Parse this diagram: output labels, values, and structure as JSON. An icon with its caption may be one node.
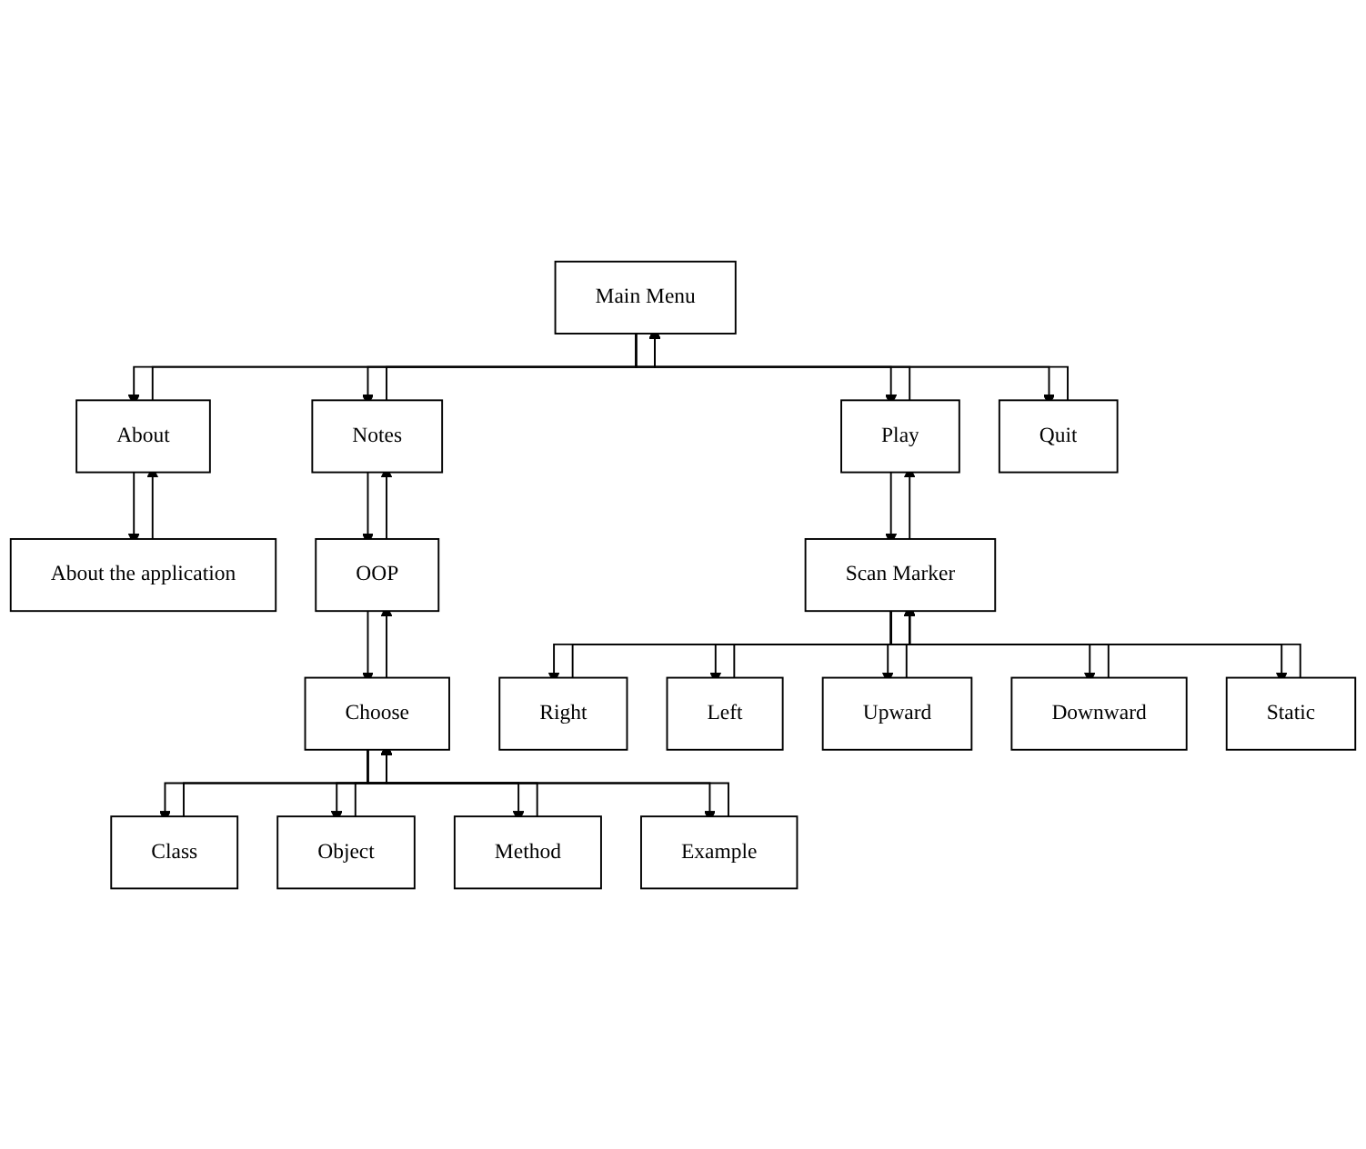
{
  "diagram": {
    "nodes": [
      {
        "text": [
          "Main Menu"
        ]
      },
      {
        "text": [
          "About"
        ]
      },
      {
        "text": [
          "Notes"
        ]
      },
      {
        "text": [
          "Play"
        ]
      },
      {
        "text": [
          "Quit"
        ]
      },
      {
        "text": [
          "About the application"
        ]
      },
      {
        "text": [
          "OOP"
        ]
      },
      {
        "text": [
          "Scan Marker"
        ]
      },
      {
        "text": [
          "Choose"
        ]
      },
      {
        "text": [
          "Class"
        ]
      },
      {
        "text": [
          "Object"
        ]
      },
      {
        "text": [
          "Method"
        ]
      },
      {
        "text": [
          "Example"
        ]
      },
      {
        "text": [
          "Right"
        ]
      },
      {
        "text": [
          "Left"
        ]
      },
      {
        "text": [
          "Upward"
        ]
      },
      {
        "text": [
          "Downward"
        ]
      },
      {
        "text": [
          "Static"
        ]
      }
    ],
    "edges": [
      {
        "from": 0,
        "to": 1,
        "arrow": "to"
      },
      {
        "from": 1,
        "to": 0,
        "arrow": "to"
      },
      {
        "from": 0,
        "to": 2,
        "arrow": "to"
      },
      {
        "from": 2,
        "to": 0,
        "arrow": "to"
      },
      {
        "from": 0,
        "to": 3,
        "arrow": "to"
      },
      {
        "from": 3,
        "to": 0,
        "arrow": "to"
      },
      {
        "from": 0,
        "to": 4,
        "arrow": "to"
      },
      {
        "from": 4,
        "to": 0,
        "arrow": "to"
      },
      {
        "from": 1,
        "to": 5,
        "arrow": "to"
      },
      {
        "from": 5,
        "to": 1,
        "arrow": "to"
      },
      {
        "from": 2,
        "to": 6,
        "arrow": "to"
      },
      {
        "from": 6,
        "to": 2,
        "arrow": "to"
      },
      {
        "from": 3,
        "to": 7,
        "arrow": "to"
      },
      {
        "from": 7,
        "to": 3,
        "arrow": "to"
      },
      {
        "from": 6,
        "to": 8,
        "arrow": "to"
      },
      {
        "from": 8,
        "to": 6,
        "arrow": "to"
      },
      {
        "from": 8,
        "to": 9,
        "arrow": "to"
      },
      {
        "from": 9,
        "to": 8,
        "arrow": "to"
      },
      {
        "from": 8,
        "to": 10,
        "arrow": "to"
      },
      {
        "from": 10,
        "to": 8,
        "arrow": "to"
      },
      {
        "from": 8,
        "to": 11,
        "arrow": "to"
      },
      {
        "from": 11,
        "to": 8,
        "arrow": "to"
      },
      {
        "from": 8,
        "to": 12,
        "arrow": "to"
      },
      {
        "from": 12,
        "to": 8,
        "arrow": "to"
      },
      {
        "from": 7,
        "to": 13,
        "arrow": "to"
      },
      {
        "from": 13,
        "to": 7,
        "arrow": "to"
      },
      {
        "from": 7,
        "to": 14,
        "arrow": "to"
      },
      {
        "from": 14,
        "to": 7,
        "arrow": "to"
      },
      {
        "from": 7,
        "to": 15,
        "arrow": "to"
      },
      {
        "from": 15,
        "to": 7,
        "arrow": "to"
      },
      {
        "from": 7,
        "to": 16,
        "arrow": "to"
      },
      {
        "from": 16,
        "to": 7,
        "arrow": "to"
      },
      {
        "from": 7,
        "to": 17,
        "arrow": "to"
      },
      {
        "from": 17,
        "to": 7,
        "arrow": "to"
      }
    ]
  }
}
